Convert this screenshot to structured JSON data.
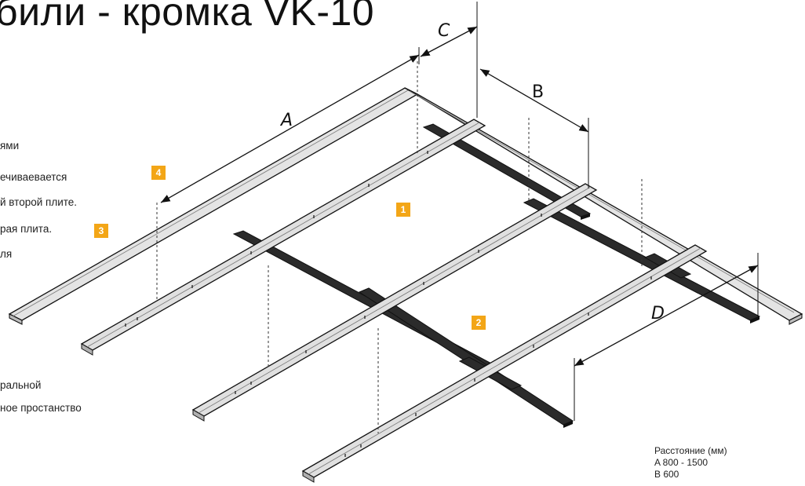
{
  "title": "били - кромка VK-10",
  "notes": [
    "ями",
    "ечиваевается",
    "й второй плите.",
    "рая плита.",
    "ля",
    "ральной",
    "ное простанство"
  ],
  "badges": [
    "1",
    "2",
    "3",
    "4"
  ],
  "dimensions": {
    "a": "A",
    "b": "B",
    "c": "C",
    "d": "D"
  },
  "distance_legend": {
    "title": "Расстояние (мм)",
    "a": "A 800 - 1500",
    "b": "B 600"
  },
  "colors": {
    "badge": "#f3a617",
    "rail": "#d9d9d9",
    "crossbar": "#2b2b2b",
    "line": "#111111"
  }
}
